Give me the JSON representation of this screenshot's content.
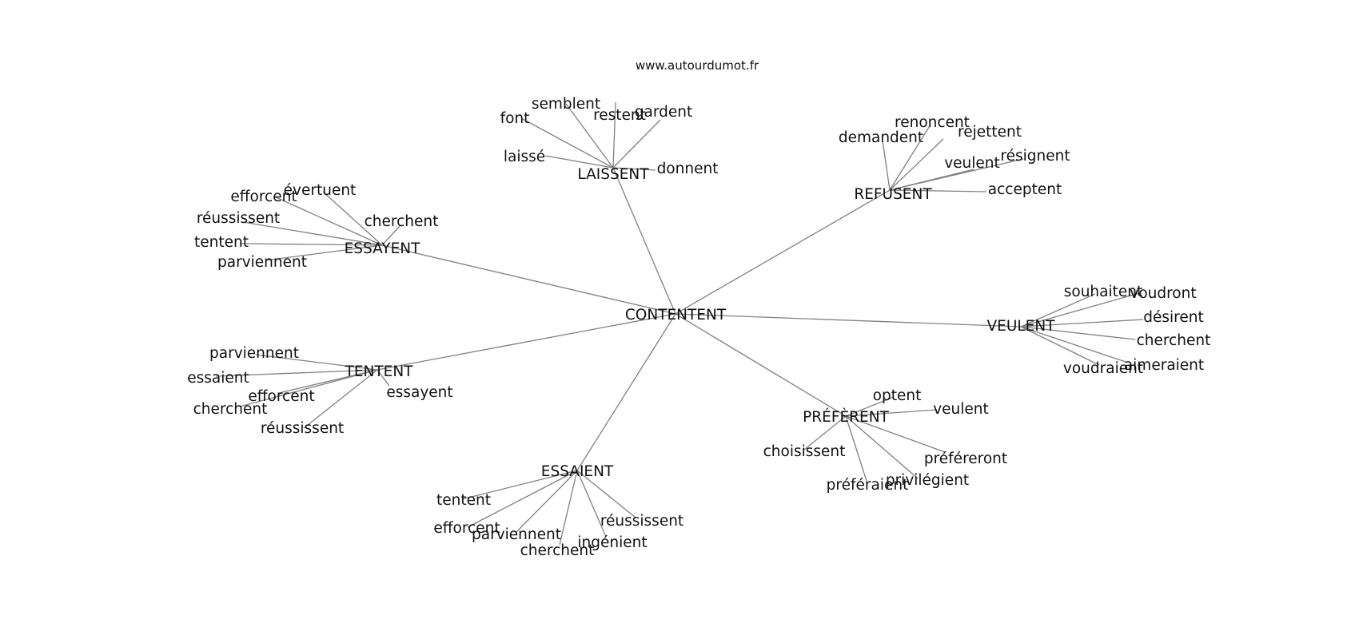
{
  "source": "www.autourdumot.fr",
  "center": "CONTENTENT",
  "clusters": [
    {
      "hub": "LAISSENT",
      "words": [
        "laissé",
        "font",
        "semblent",
        "restent",
        "gardent",
        "donnent"
      ]
    },
    {
      "hub": "REFUSENT",
      "words": [
        "demandent",
        "renoncent",
        "rejettent",
        "veulent",
        "résignent",
        "acceptent"
      ]
    },
    {
      "hub": "ESSAYENT",
      "words": [
        "efforcent",
        "évertuent",
        "réussissent",
        "cherchent",
        "tentent",
        "parviennent"
      ]
    },
    {
      "hub": "VEULENT",
      "words": [
        "souhaitent",
        "voudront",
        "désirent",
        "cherchent",
        "aimeraient",
        "voudraient"
      ]
    },
    {
      "hub": "TENTENT",
      "words": [
        "parviennent",
        "essaient",
        "efforcent",
        "cherchent",
        "réussissent",
        "essayent"
      ]
    },
    {
      "hub": "PRÉFÈRENT",
      "words": [
        "optent",
        "veulent",
        "choisissent",
        "préféreront",
        "privilégient",
        "préféraient"
      ]
    },
    {
      "hub": "ESSAIENT",
      "words": [
        "tentent",
        "efforcent",
        "parviennent",
        "cherchent",
        "ingénient",
        "réussissent"
      ]
    }
  ]
}
